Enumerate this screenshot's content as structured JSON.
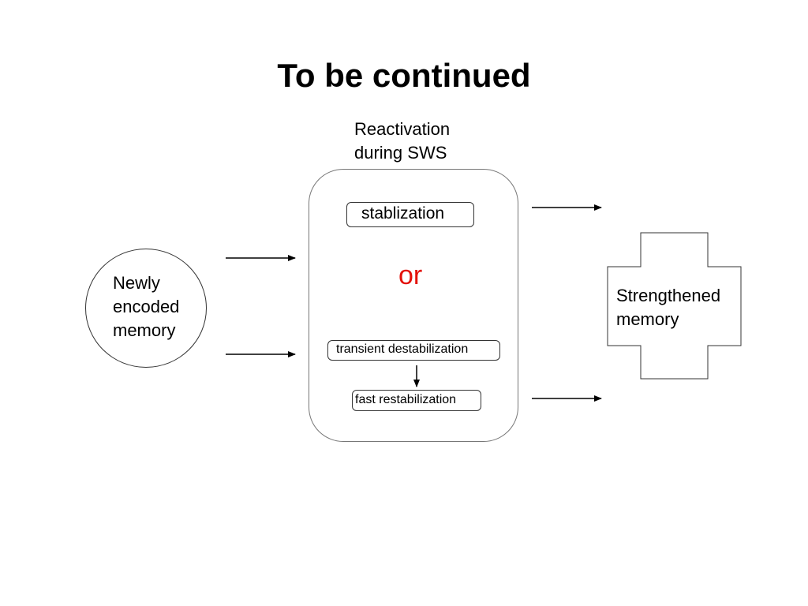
{
  "title": "To be continued",
  "reactivation": {
    "line1": "Reactivation",
    "line2": "during SWS"
  },
  "process": {
    "stabilization": "stablization",
    "or": "or",
    "destabilization": "transient destabilization",
    "restabilization": "fast restabilization"
  },
  "input": {
    "line1": "Newly",
    "line2": "encoded",
    "line3": "memory"
  },
  "output": {
    "line1": "Strengthened",
    "line2": "memory"
  },
  "colors": {
    "or_text": "#e3120b",
    "stroke": "#000000"
  }
}
